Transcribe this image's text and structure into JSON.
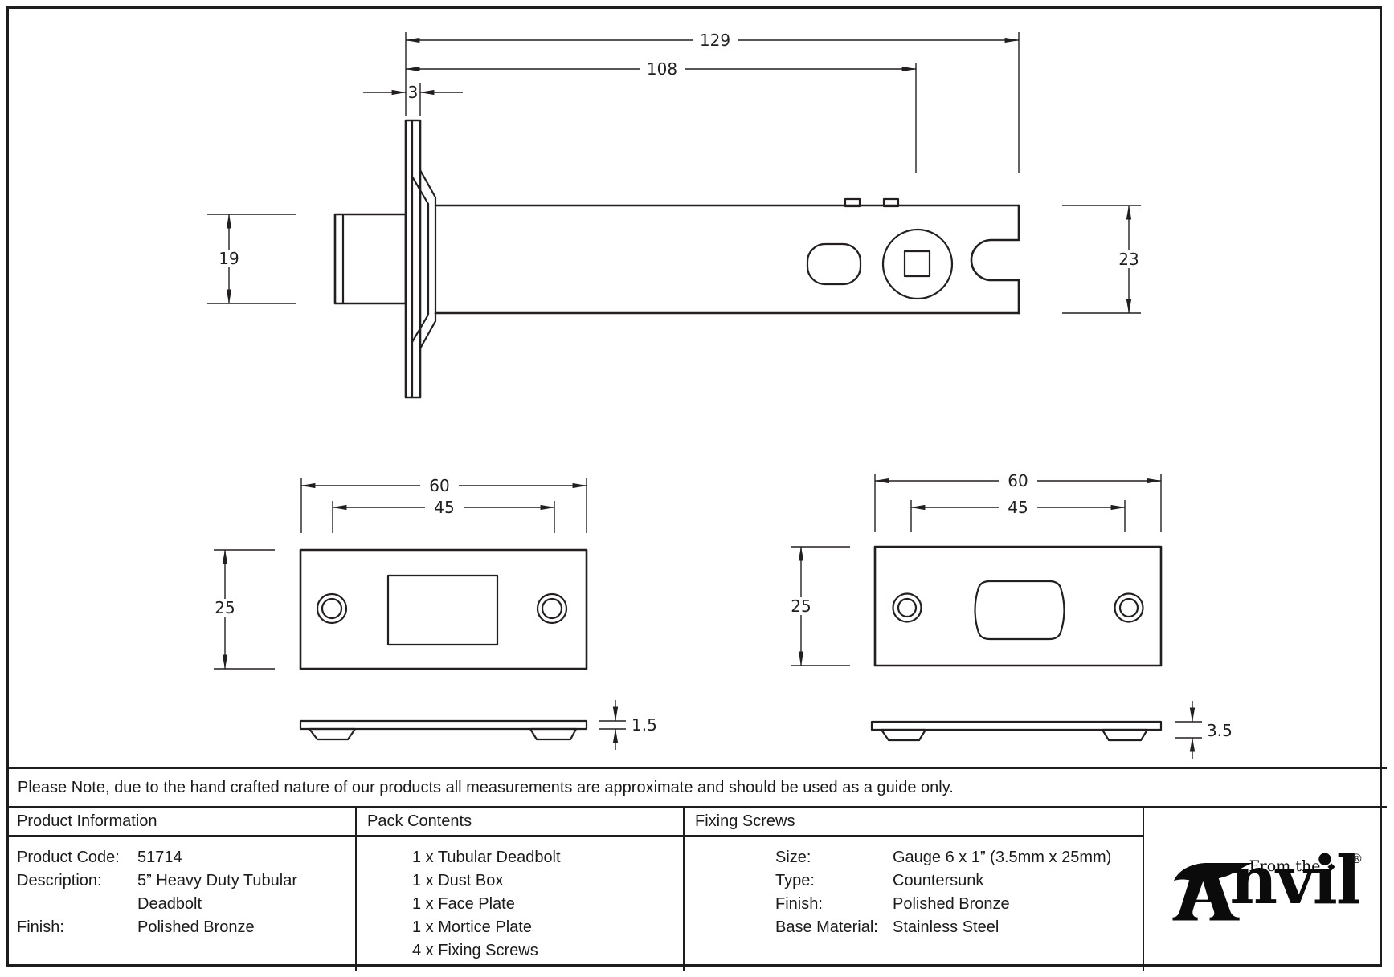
{
  "note": "Please Note, due to the hand crafted nature of our products all measurements are approximate and should be used as a guide only.",
  "table": {
    "product_information": {
      "title": "Product Information",
      "rows": [
        {
          "label": "Product Code:",
          "value": "51714"
        },
        {
          "label": "Description:",
          "value": "5” Heavy Duty Tubular"
        },
        {
          "label": "",
          "value": "Deadbolt"
        },
        {
          "label": "Finish:",
          "value": "Polished Bronze"
        }
      ]
    },
    "pack_contents": {
      "title": "Pack Contents",
      "items": [
        "1 x Tubular Deadbolt",
        "1 x Dust Box",
        "1 x Face Plate",
        "1 x Mortice Plate",
        "4 x Fixing Screws"
      ]
    },
    "fixing_screws": {
      "title": "Fixing Screws",
      "rows": [
        {
          "label": "Size:",
          "value": "Gauge 6 x 1” (3.5mm x 25mm)"
        },
        {
          "label": "Type:",
          "value": "Countersunk"
        },
        {
          "label": "Finish:",
          "value": "Polished Bronze"
        },
        {
          "label": "Base Material:",
          "value": "Stainless Steel"
        }
      ]
    }
  },
  "logo": {
    "text_prefix": "From the",
    "brand_suffix": "nvil",
    "registered": "®",
    "diamond": "◆"
  },
  "drawing": {
    "side_view": {
      "overall_length": "129",
      "length_to_spindle": "108",
      "faceplate_thickness": "3",
      "bolt_height": "19",
      "case_height": "23"
    },
    "mortice_plate": {
      "width": "60",
      "fixing_centres": "45",
      "height": "25",
      "thickness": "1.5"
    },
    "face_plate": {
      "width": "60",
      "fixing_centres": "45",
      "height": "25",
      "thickness": "3.5"
    }
  }
}
